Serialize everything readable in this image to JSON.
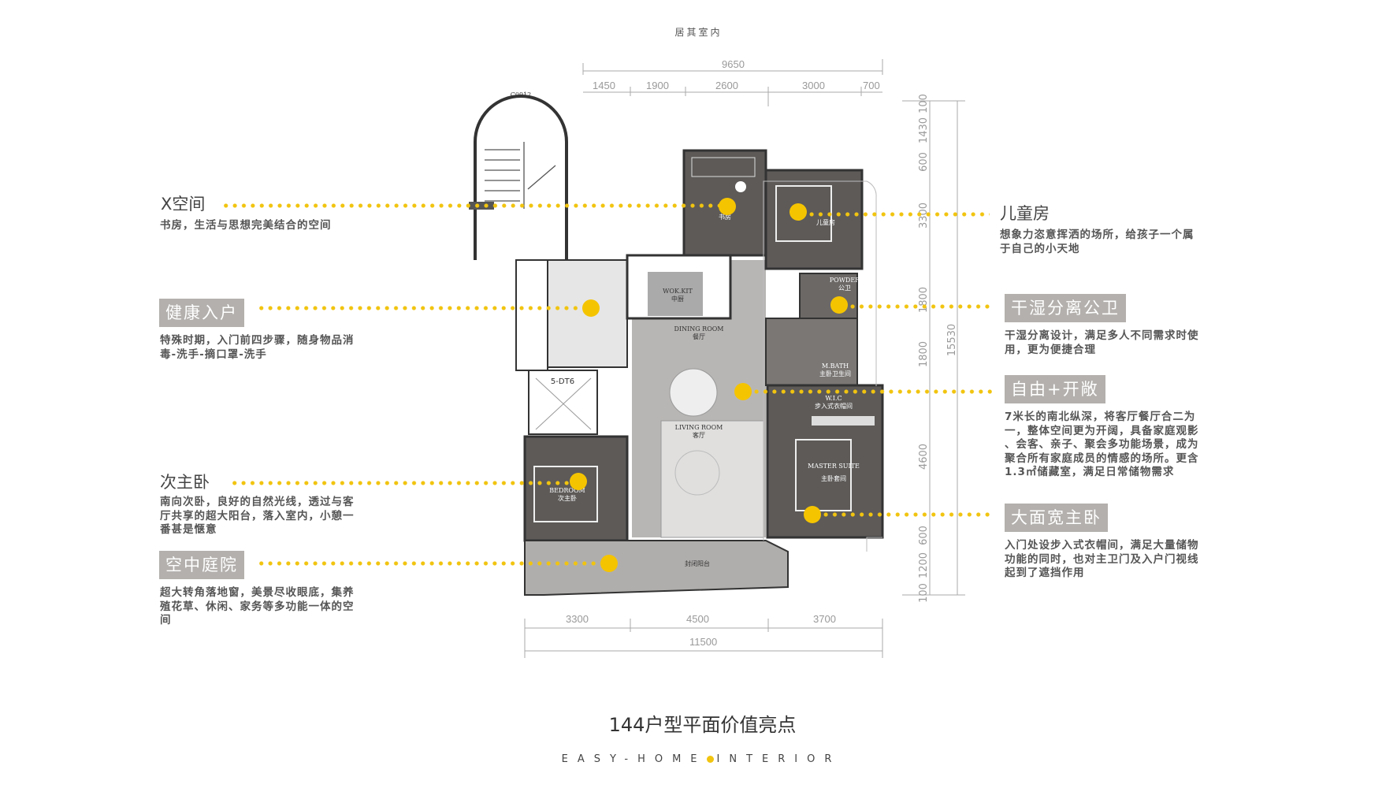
{
  "header": {
    "brand": "居其室内"
  },
  "dimensions": {
    "top_total": "9650",
    "top_segments": [
      "1450",
      "1900",
      "2600",
      "3000",
      "700"
    ],
    "bottom_segments": [
      "3300",
      "4500",
      "3700"
    ],
    "bottom_total": "11500",
    "right_segments": [
      "100",
      "1430",
      "600",
      "3300",
      "1800",
      "1800",
      "4600",
      "600",
      "1200",
      "100"
    ],
    "right_total": "15530"
  },
  "plan_labels": {
    "window": "C0912",
    "elevator": "5-DT6",
    "kitchen_en": "WOK.KIT",
    "kitchen_cn": "中厨",
    "dining_en": "DINING ROOM",
    "dining_cn": "餐厅",
    "living_en": "LIVING ROOM",
    "living_cn": "客厅",
    "study_cn": "书房",
    "kids_cn": "儿童房",
    "powder_en": "POWDER",
    "powder_cn": "公卫",
    "mbath_en": "M.BATH",
    "mbath_cn": "主卧卫生间",
    "wic_en": "W.I.C",
    "wic_cn": "步入式衣帽间",
    "master_en": "MASTER SUITE",
    "master_cn": "主卧套间",
    "bedroom_en": "BEDROOM",
    "bedroom_cn": "次主卧",
    "balcony_cn": "封闭阳台"
  },
  "highlights": {
    "x_space": {
      "title": "X空间",
      "desc": [
        "书房，生活与思想完美结合的空间"
      ]
    },
    "healthy_entry": {
      "title": "健康入户",
      "desc": [
        "特殊时期，入门前四步骤，随身物品消",
        "毒-洗手-摘口罩-洗手"
      ]
    },
    "second_master": {
      "title": "次主卧",
      "desc": [
        "南向次卧，良好的自然光线，透过与客",
        "厅共享的超大阳台，落入室内，小憩一",
        "番甚是惬意"
      ]
    },
    "sky_garden": {
      "title": "空中庭院",
      "desc": [
        "超大转角落地窗，美景尽收眼底，集养",
        "殖花草、休闲、家务等多功能一体的空",
        "间"
      ]
    },
    "kids_room": {
      "title": "儿童房",
      "desc": [
        "想象力恣意挥洒的场所，给孩子一个属",
        "于自己的小天地"
      ]
    },
    "dry_wet_bath": {
      "title": "干湿分离公卫",
      "desc": [
        "干湿分离设计，满足多人不同需求时使",
        "用，更为便捷合理"
      ]
    },
    "open_space": {
      "title": "自由+开敞",
      "desc": [
        "7米长的南北纵深，将客厅餐厅合二为",
        "一，整体空间更为开阔，具备家庭观影",
        "、会客、亲子、聚会多功能场景，成为",
        "聚合所有家庭成员的情感的场所。更含",
        "1.3㎡储藏室，满足日常储物需求"
      ]
    },
    "wide_master": {
      "title": "大面宽主卧",
      "desc": [
        "入门处设步入式衣帽间，满足大量储物",
        "功能的同时，也对主卫门及入户门视线",
        "起到了遮挡作用"
      ]
    }
  },
  "main_title": "144户型平面价值亮点",
  "footer": {
    "left": "EASY-HOME",
    "right": "INTERIOR"
  },
  "colors": {
    "accent": "#f5c400",
    "label_box": "#b3b0ad",
    "dark_room": "#5d5a58",
    "floor": "#b8b6b4"
  }
}
